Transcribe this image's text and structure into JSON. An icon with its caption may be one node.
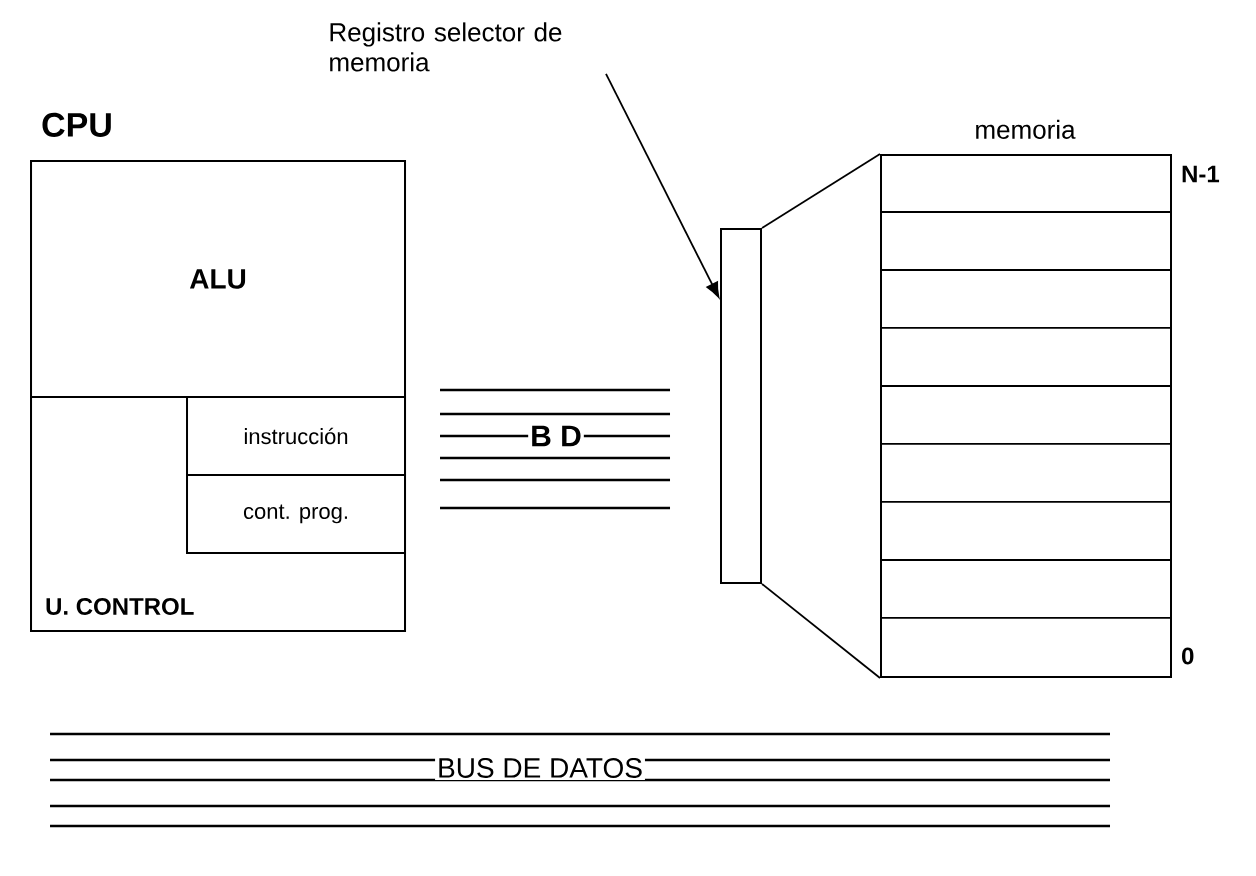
{
  "diagram": {
    "nodes": [
      {
        "text": [
          "CPU"
        ]
      },
      {
        "text": [
          "ALU"
        ],
        "in": 0
      },
      {
        "text": [
          "U. CONTROL"
        ],
        "in": 0
      },
      {
        "text": [
          "instrucción"
        ],
        "in": 2
      },
      {
        "text": [
          "cont. prog."
        ],
        "in": 2
      },
      {
        "text": [
          "Registro selector de memoria"
        ]
      },
      {
        "text": [],
        "shape": "box"
      },
      {
        "text": [
          "memoria"
        ],
        "beside": [
          "N-1",
          "0"
        ]
      }
    ],
    "edges": [
      {
        "from": 5,
        "to": 6,
        "arrow": "to"
      },
      {
        "from": 6,
        "to": 7,
        "arrow": "none"
      },
      {
        "from": 6,
        "to": 7,
        "arrow": "none"
      }
    ],
    "labels": [
      "B D",
      "BUS DE DATOS"
    ]
  }
}
